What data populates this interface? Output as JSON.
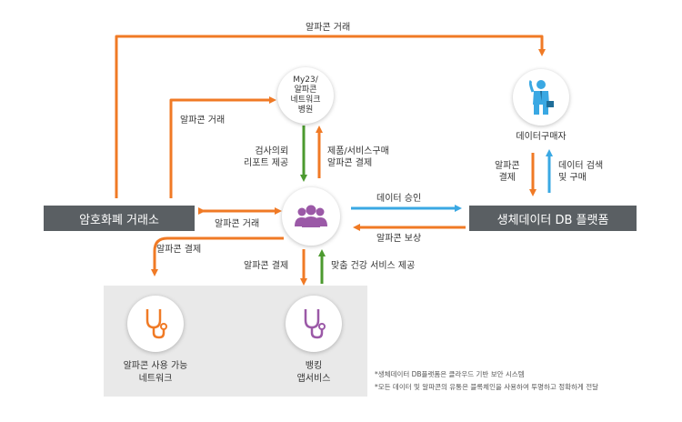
{
  "colors": {
    "orange": "#f07a25",
    "blue": "#3aa8e3",
    "green": "#4c9a2f",
    "purple": "#9b59a7",
    "bar": "#5a5f63"
  },
  "nodes": {
    "exchange": "암호화폐 거래소",
    "platform": "생체데이터 DB 플랫폼",
    "hospital": "My23/\n알파콘\n네트워크\n병원",
    "buyer": "데이터구매자",
    "network": "알파콘 사용 가능\n네트워크",
    "banking": "뱅킹\n앱서비스"
  },
  "icons": {
    "users": "users-group-icon",
    "buyer": "businessman-icon",
    "network": "stethoscope-icon",
    "banking": "stethoscope-icon"
  },
  "edges": {
    "top_trade": "알파콘 거래",
    "hospital_trade": "알파콘 거래",
    "exchange_trade": "알파콘 거래",
    "report": "검사의뢰\n리포트 제공",
    "purchase": "제품/서비스구매\n알파콘 결제",
    "data_approve": "데이터 승인",
    "reward": "알파콘 보상",
    "buyer_pay": "알파콘\n결제",
    "data_search": "데이터 검색\n및 구매",
    "network_pay": "알파콘 결제",
    "banking_pay": "알파콘 결제",
    "health_service": "맞춤 건강 서비스 제공"
  },
  "notes": [
    "*생체데이터 DB플랫폼은 클라우드 기반 보안 시스템",
    "*모든 데이터 및 알파콘의 유통은 블록체인을 사용하여 투명하고 정확하게 전달"
  ]
}
